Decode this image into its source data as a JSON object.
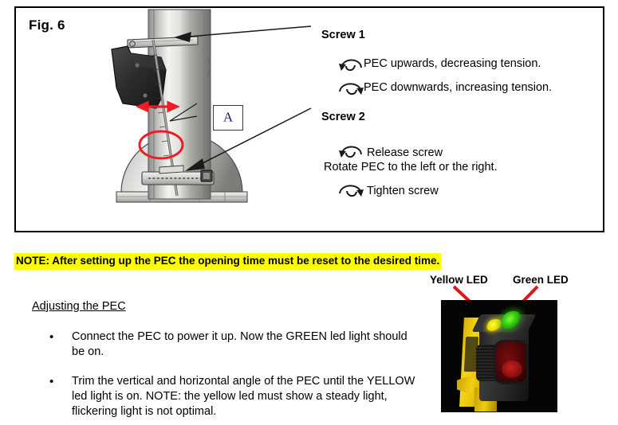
{
  "figure": {
    "label": "Fig. 6",
    "callout_label": "A",
    "screw1": {
      "title": "Screw 1",
      "items": [
        {
          "icon": "rotate-counterclockwise-icon",
          "text": "PEC upwards, decreasing tension."
        },
        {
          "icon": "rotate-clockwise-icon",
          "text": "PEC downwards, increasing tension."
        }
      ]
    },
    "screw2": {
      "title": "Screw 2",
      "items": [
        {
          "icon": "rotate-counterclockwise-icon",
          "text": "Release screw"
        },
        {
          "icon": "none",
          "text": "Rotate PEC to the left or the right."
        },
        {
          "icon": "rotate-clockwise-icon",
          "text": "Tighten screw"
        }
      ]
    },
    "drawing": {
      "description": "pole-mounted-pec-assembly-drawing",
      "highlight_circle_color": "#ee1c25",
      "adjust_arrow_color": "#ee1c25"
    }
  },
  "note": {
    "text": "NOTE: After setting up the PEC the opening time must be reset to the desired time.",
    "highlight_color": "#ffff00"
  },
  "adjusting": {
    "title": "Adjusting the PEC",
    "bullet_char": "•",
    "bullets": [
      "Connect the PEC to power it up. Now the GREEN led light should be on.",
      "Trim the vertical and horizontal angle of the PEC until the YELLOW led light is on. NOTE: the yellow led must show a steady light, flickering light is not optimal."
    ]
  },
  "led_photo": {
    "yellow_label": "Yellow LED",
    "green_label": "Green LED",
    "arrow_color": "#e8121a",
    "background_color": "#050505",
    "yellow_led_color": "#f2e000",
    "green_led_color": "#2fc40b",
    "mount_color": "#f0d010",
    "lens_color": "#8a0f0f"
  }
}
